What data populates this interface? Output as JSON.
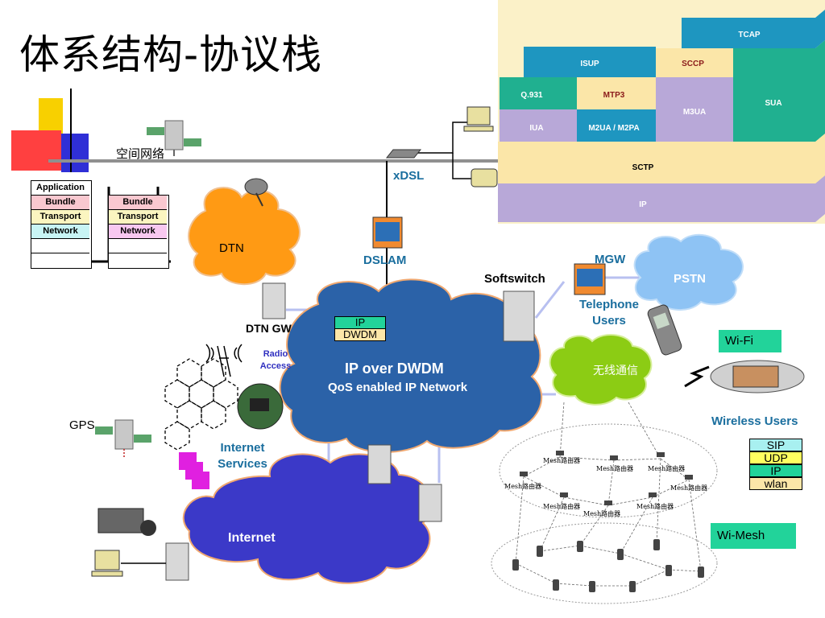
{
  "title": "体系结构-协议栈",
  "space_network": "空间网络",
  "dtn_stack": {
    "left": [
      "Application",
      "Bundle",
      "Transport",
      "Network"
    ],
    "right": [
      "Bundle",
      "Transport",
      "Network"
    ]
  },
  "protocol_stack": {
    "tcap": "TCAP",
    "isup": "ISUP",
    "sccp": "SCCP",
    "q931": "Q.931",
    "mtp3": "MTP3",
    "m3ua": "M3UA",
    "sua": "SUA",
    "iua": "IUA",
    "m2ua": "M2UA / M2PA",
    "sctp": "SCTP",
    "ip": "IP"
  },
  "labels": {
    "xdsl": "xDSL",
    "dslam": "DSLAM",
    "dtn": "DTN",
    "softswitch": "Softswitch",
    "mgw": "MGW",
    "pstn": "PSTN",
    "telephone_users": "Telephone Users",
    "dtn_gw": "DTN GW",
    "radio_access": "Radio Access",
    "wifi": "Wi-Fi",
    "wireless_comm": "无线通信",
    "wireless_users": "Wireless Users",
    "gps": "GPS",
    "internet_services": "Internet Services",
    "internet": "Internet",
    "wi_mesh": "Wi-Mesh",
    "core_title": "IP over DWDM",
    "core_subtitle": "QoS enabled IP Network",
    "core_ip": "IP",
    "core_dwdm": "DWDM"
  },
  "wireless_stack": [
    "SIP",
    "UDP",
    "IP",
    "wlan"
  ],
  "mesh_router": "Mesh路由器",
  "colors": {
    "cloud_core": "#2b62a8",
    "cloud_internet": "#3b39c8",
    "cloud_dtn": "#ff9a14",
    "cloud_pstn": "#8ec3f4",
    "cloud_wireless": "#8ccc14",
    "accent_text": "#1a6e9e",
    "green_box": "#22d39a"
  }
}
